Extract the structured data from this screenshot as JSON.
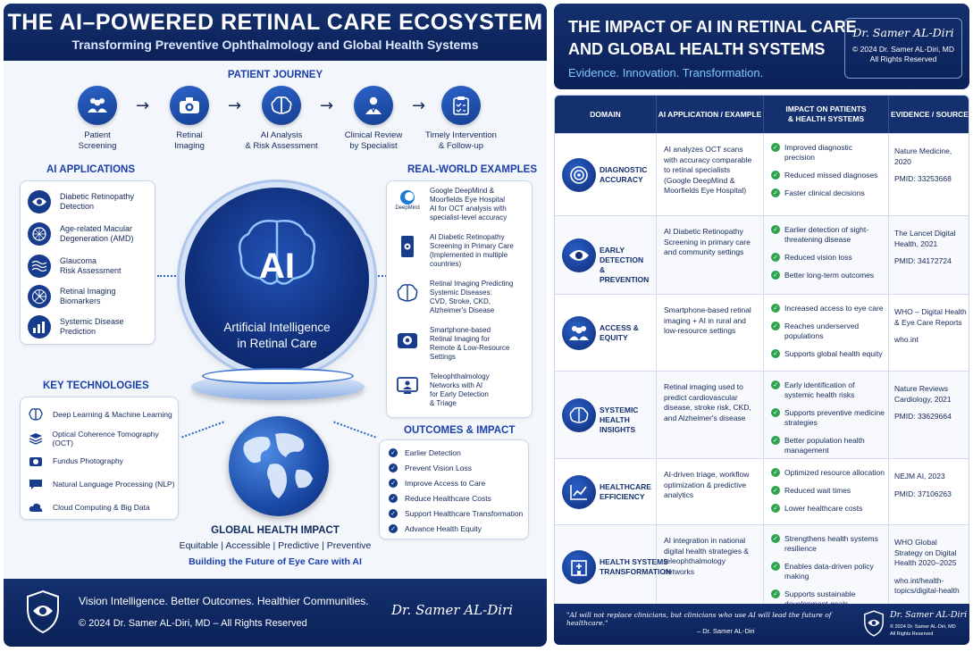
{
  "left": {
    "title": "THE AI–POWERED RETINAL CARE ECOSYSTEM",
    "subtitle": "Transforming Preventive Ophthalmology and Global Health Systems",
    "journey_title": "PATIENT JOURNEY",
    "journey": [
      {
        "label": "Patient\nScreening",
        "icon": "people-icon"
      },
      {
        "label": "Retinal\nImaging",
        "icon": "camera-icon"
      },
      {
        "label": "AI Analysis\n& Risk Assessment",
        "icon": "brain-icon"
      },
      {
        "label": "Clinical Review\nby Specialist",
        "icon": "doctor-icon"
      },
      {
        "label": "Timely Intervention\n& Follow-up",
        "icon": "clipboard-icon"
      }
    ],
    "applications_title": "AI APPLICATIONS",
    "applications": [
      {
        "label": "Diabetic Retinopathy\nDetection",
        "icon": "eye-icon"
      },
      {
        "label": "Age-related Macular\nDegeneration (AMD)",
        "icon": "retina-icon"
      },
      {
        "label": "Glaucoma\nRisk Assessment",
        "icon": "waves-icon"
      },
      {
        "label": "Retinal Imaging\nBiomarkers",
        "icon": "vessels-icon"
      },
      {
        "label": "Systemic Disease\nPrediction",
        "icon": "bar-chart-icon"
      }
    ],
    "center_ai": "AI",
    "center_label": "Artificial Intelligence\nin Retinal Care",
    "technologies_title": "KEY TECHNOLOGIES",
    "technologies": [
      {
        "label": "Deep Learning & Machine Learning",
        "icon": "brain-icon"
      },
      {
        "label": "Optical Coherence Tomography (OCT)",
        "icon": "layers-icon"
      },
      {
        "label": "Fundus Photography",
        "icon": "camera-icon"
      },
      {
        "label": "Natural Language Processing (NLP)",
        "icon": "chat-icon"
      },
      {
        "label": "Cloud Computing & Big Data",
        "icon": "cloud-icon"
      }
    ],
    "examples_title": "REAL-WORLD EXAMPLES",
    "examples": [
      {
        "label": "Google DeepMind &\nMoorfields Eye Hospital\nAI for OCT analysis with\nspecialist-level accuracy",
        "icon": "deepmind-logo",
        "logo_text": "DeepMind"
      },
      {
        "label": "AI Diabetic Retinopathy\nScreening in Primary Care\n(Implemented in multiple\ncountries)",
        "icon": "smartphone-icon"
      },
      {
        "label": "Retinal Imaging Predicting\nSystemic Diseases:\nCVD, Stroke, CKD,\nAlzheimer's Disease",
        "icon": "brain-icon"
      },
      {
        "label": "Smartphone-based\nRetinal Imaging for\nRemote & Low-Resource\nSettings",
        "icon": "camera-icon"
      },
      {
        "label": "Teleophthalmology\nNetworks with AI\nfor Early Detection\n& Triage",
        "icon": "monitor-icon"
      }
    ],
    "outcomes_title": "OUTCOMES & IMPACT",
    "outcomes": [
      "Earlier Detection",
      "Prevent Vision Loss",
      "Improve Access to Care",
      "Reduce Healthcare Costs",
      "Support Healthcare Transformation",
      "Advance Health Equity"
    ],
    "global_title": "GLOBAL HEALTH IMPACT",
    "global_sub": "Equitable | Accessible | Predictive | Preventive",
    "global_sub2": "Building the Future of Eye Care with AI",
    "footer_line1": "Vision Intelligence. Better Outcomes. Healthier Communities.",
    "footer_line2": "© 2024 Dr. Samer AL-Diri, MD – All Rights Reserved",
    "footer_signature": "Dr. Samer AL-Diri"
  },
  "right": {
    "title": "THE IMPACT OF AI IN RETINAL CARE\nAND GLOBAL HEALTH SYSTEMS",
    "tagline": "Evidence. Innovation. Transformation.",
    "badge_signature": "Dr. Samer AL-Diri",
    "badge_copy1": "© 2024 Dr. Samer AL-Diri, MD",
    "badge_copy2": "All Rights Reserved",
    "headers": [
      "DOMAIN",
      "AI APPLICATION / EXAMPLE",
      "IMPACT ON PATIENTS\n& HEALTH SYSTEMS",
      "EVIDENCE / SOURCE"
    ],
    "rows": [
      {
        "domain": "DIAGNOSTIC\nACCURACY",
        "icon": "target-icon",
        "application": "AI analyzes OCT scans with accuracy comparable to retinal specialists (Google DeepMind & Moorfields Eye Hospital)",
        "impacts": [
          "Improved diagnostic precision",
          "Reduced missed diagnoses",
          "Faster clinical decisions"
        ],
        "evidence": "Nature Medicine, 2020",
        "pmid": "PMID: 33253668"
      },
      {
        "domain": "EARLY DETECTION\n& PREVENTION",
        "icon": "eye-icon",
        "application": "AI Diabetic Retinopathy Screening in primary care and community settings",
        "impacts": [
          "Earlier detection of sight-threatening disease",
          "Reduced vision loss",
          "Better long-term outcomes"
        ],
        "evidence": "The Lancet Digital Health, 2021",
        "pmid": "PMID: 34172724"
      },
      {
        "domain": "ACCESS &\nEQUITY",
        "icon": "people-icon",
        "application": "Smartphone-based retinal imaging + AI in rural and low-resource settings",
        "impacts": [
          "Increased access to eye care",
          "Reaches underserved populations",
          "Supports global health equity"
        ],
        "evidence": "WHO – Digital Health & Eye Care Reports",
        "pmid": "who.int"
      },
      {
        "domain": "SYSTEMIC HEALTH\nINSIGHTS",
        "icon": "brain-icon",
        "application": "Retinal imaging used to predict cardiovascular disease, stroke risk, CKD, and Alzheimer's disease",
        "impacts": [
          "Early identification of systemic health risks",
          "Supports preventive medicine strategies",
          "Better population health management"
        ],
        "evidence": "Nature Reviews Cardiology, 2021",
        "pmid": "PMID: 33629664"
      },
      {
        "domain": "HEALTHCARE\nEFFICIENCY",
        "icon": "line-chart-icon",
        "application": "AI-driven triage, workflow optimization & predictive analytics",
        "impacts": [
          "Optimized resource allocation",
          "Reduced wait times",
          "Lower healthcare costs"
        ],
        "evidence": "NEJM AI, 2023",
        "pmid": "PMID: 37106263"
      },
      {
        "domain": "HEALTH SYSTEMS\nTRANSFORMATION",
        "icon": "hospital-icon",
        "application": "AI integration in national digital health strategies & teleophthalmology networks",
        "impacts": [
          "Strengthens health systems resilience",
          "Enables data-driven policy making",
          "Supports sustainable development goals"
        ],
        "evidence": "WHO Global Strategy on Digital Health 2020–2025",
        "pmid": "who.int/health-topics/digital-health"
      }
    ],
    "quote": "\"AI will not replace clinicians, but clinicians who use AI will lead the future of healthcare.\"",
    "quote_author": "– Dr. Samer AL-Diri",
    "footer_signature": "Dr. Samer AL-Diri",
    "footer_copy1": "© 2024 Dr. Samer AL-Diri, MD",
    "footer_copy2": "All Rights Reserved"
  },
  "colors": {
    "navy": "#0b2158",
    "accent": "#1a3fa8",
    "check_green": "#2ea44f"
  }
}
